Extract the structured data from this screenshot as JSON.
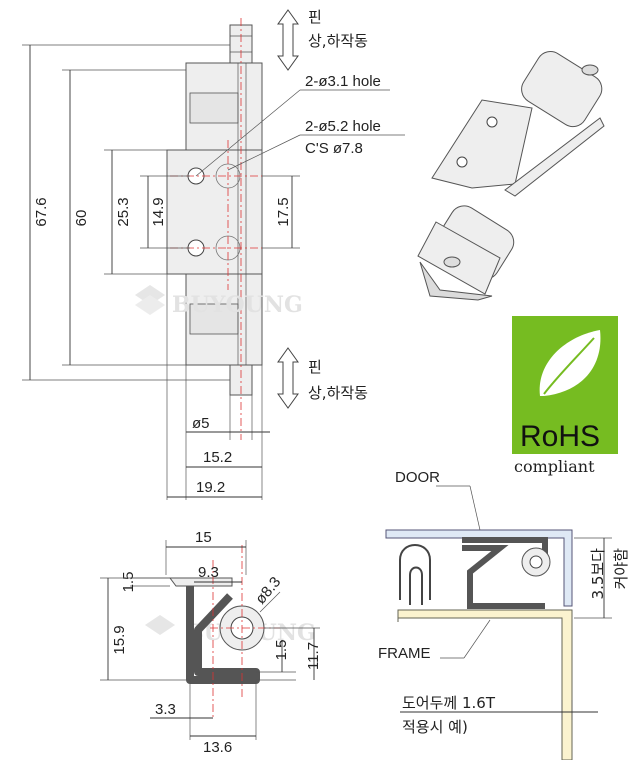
{
  "front_view": {
    "overall_height": "67.6",
    "pin_span": "60",
    "leaf_height": "25.3",
    "hole_pitch": "14.9",
    "hole_offset": "17.5",
    "pin_diameter": "ø5",
    "width_inner": "15.2",
    "width_outer": "19.2",
    "hole_callout_1": "2-ø3.1 hole",
    "hole_callout_2": "2-ø5.2 hole",
    "hole_callout_3": "C'S ø7.8",
    "pin_note_top_1": "핀",
    "pin_note_top_2": "상,하작동",
    "pin_note_bottom_1": "핀",
    "pin_note_bottom_2": "상,하작동"
  },
  "side_view": {
    "width_top": "15",
    "offset": "9.3",
    "thickness": "1.5",
    "barrel_dia": "ø8.3",
    "height": "15.9",
    "inner_1": "1.5",
    "inner_2": "11.7",
    "bottom_a": "3.3",
    "bottom_b": "13.6"
  },
  "install": {
    "door": "DOOR",
    "frame": "FRAME",
    "gap": "3.5보다",
    "gap2": "커야함",
    "thickness_note": "도어두께 1.6T",
    "thickness_note2": "적용시 예)"
  },
  "rohs": {
    "label": "RoHS",
    "sub": "compliant"
  },
  "watermark": {
    "brand": "BUYOUNG"
  },
  "colors": {
    "rohs_green": "#76bc21",
    "centerline": "#dd3333",
    "part_fill": "#eeeeee",
    "door_fill": "#dfe9f5",
    "frame_fill": "#fbf3cf"
  }
}
